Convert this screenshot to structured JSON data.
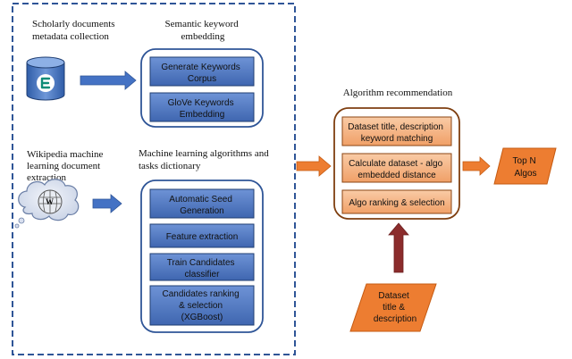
{
  "left_panel": {
    "scholarly": {
      "title_lines": [
        "Scholarly documents",
        "metadata collection"
      ],
      "icon": "database-icon"
    },
    "semantic": {
      "title_lines": [
        "Semantic keyword",
        "embedding"
      ],
      "steps": [
        {
          "lines": [
            "Generate Keywords",
            "Corpus"
          ]
        },
        {
          "lines": [
            "GloVe Keywords",
            "Embedding"
          ]
        }
      ]
    },
    "wikipedia": {
      "title_lines": [
        "Wikipedia machine",
        "learning document",
        "extraction"
      ],
      "icon": "wikipedia-globe-icon"
    },
    "ml_dictionary": {
      "title_lines": [
        "Machine learning algorithms and",
        "tasks dictionary"
      ],
      "steps": [
        {
          "lines": [
            "Automatic Seed",
            "Generation"
          ]
        },
        {
          "lines": [
            "Feature extraction"
          ]
        },
        {
          "lines": [
            "Train Candidates",
            "classifier"
          ]
        },
        {
          "lines": [
            "Candidates ranking",
            "& selection",
            "(XGBoost)"
          ]
        }
      ]
    }
  },
  "recommendation": {
    "title": "Algorithm recommendation",
    "steps": [
      {
        "lines": [
          "Dataset title, description",
          "keyword matching"
        ]
      },
      {
        "lines": [
          "Calculate dataset  - algo",
          "embedded distance"
        ]
      },
      {
        "lines": [
          "Algo ranking & selection"
        ]
      }
    ]
  },
  "output": {
    "lines": [
      "Top N",
      "Algos"
    ]
  },
  "input": {
    "lines": [
      "Dataset",
      "title &",
      "description"
    ]
  },
  "colors": {
    "blue_fill": "#4F78C4",
    "blue_stroke": "#1F3E72",
    "panel_border": "#2F5597",
    "orange": "#ED7D31",
    "orange_light": "#F4B183",
    "arrow_blue": "#4472C4",
    "arrow_red": "#8B2C2C",
    "text_dark": "#111111"
  }
}
